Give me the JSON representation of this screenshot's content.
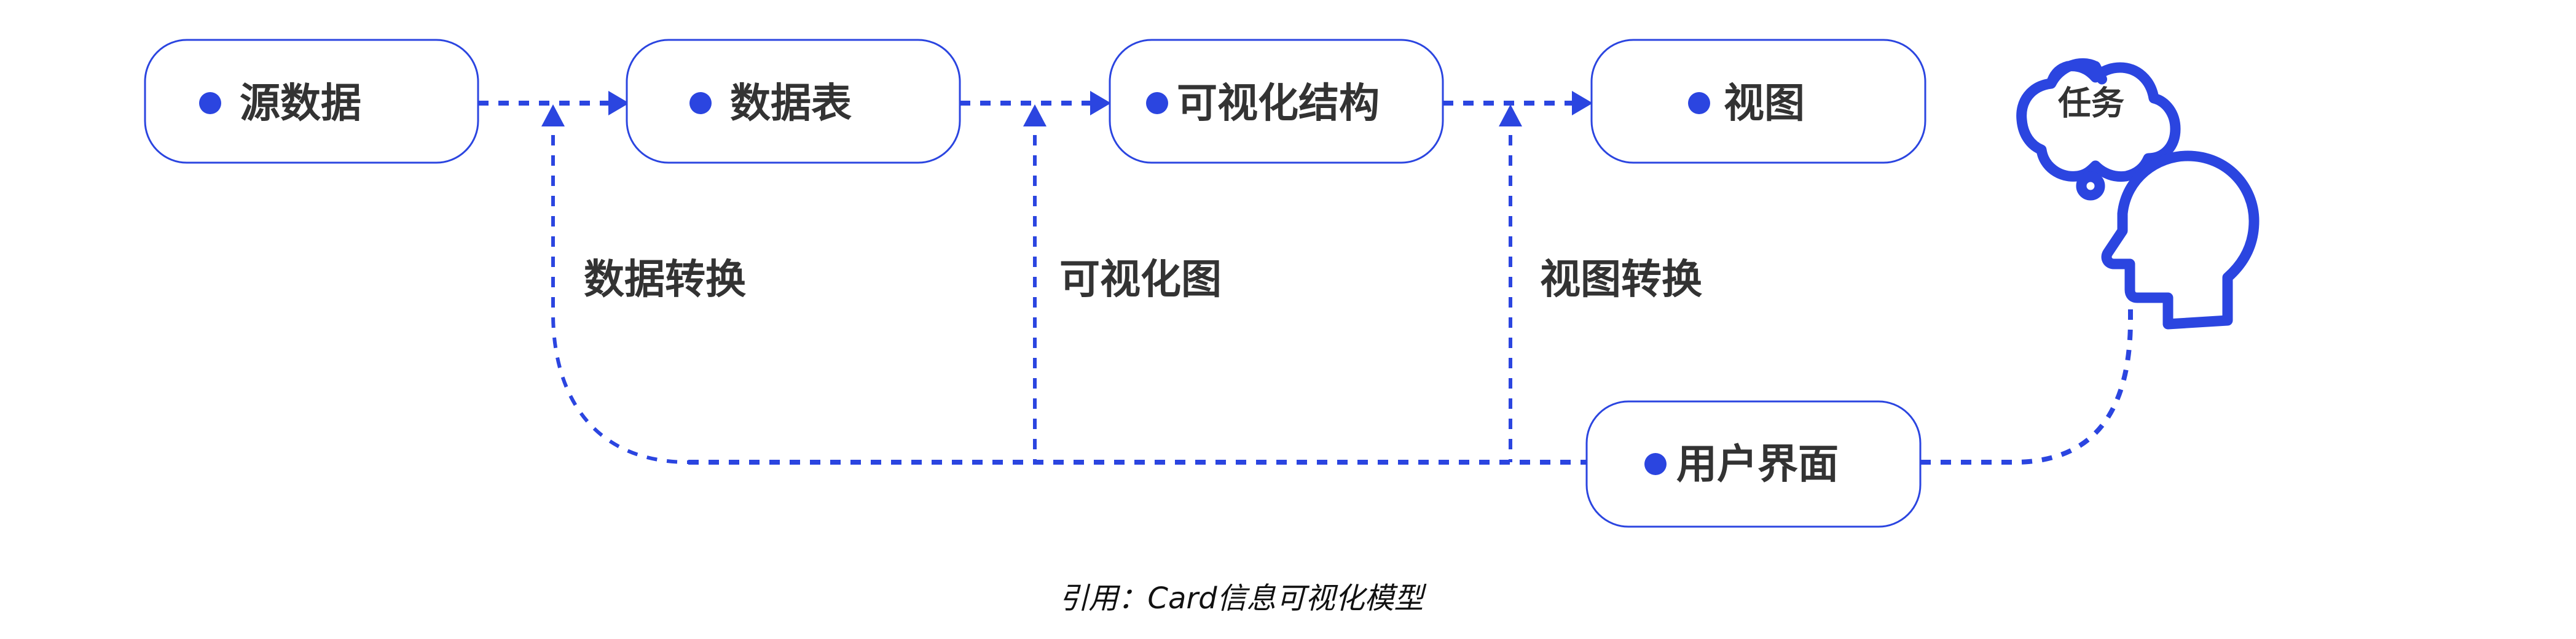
{
  "diagram": {
    "nodes": {
      "source_data": "源数据",
      "data_table": "数据表",
      "visual_structure": "可视化结构",
      "view": "视图",
      "user_interface": "用户界面"
    },
    "transforms": {
      "data_transform": "数据转换",
      "visual_mapping": "可视化图",
      "view_transform": "视图转换"
    },
    "user": {
      "thought": "任务",
      "icon": "human-head-icon"
    },
    "caption": "引用：Card信息可视化模型",
    "colors": {
      "accent": "#2b45e0",
      "text": "#333333",
      "background": "#ffffff"
    }
  }
}
